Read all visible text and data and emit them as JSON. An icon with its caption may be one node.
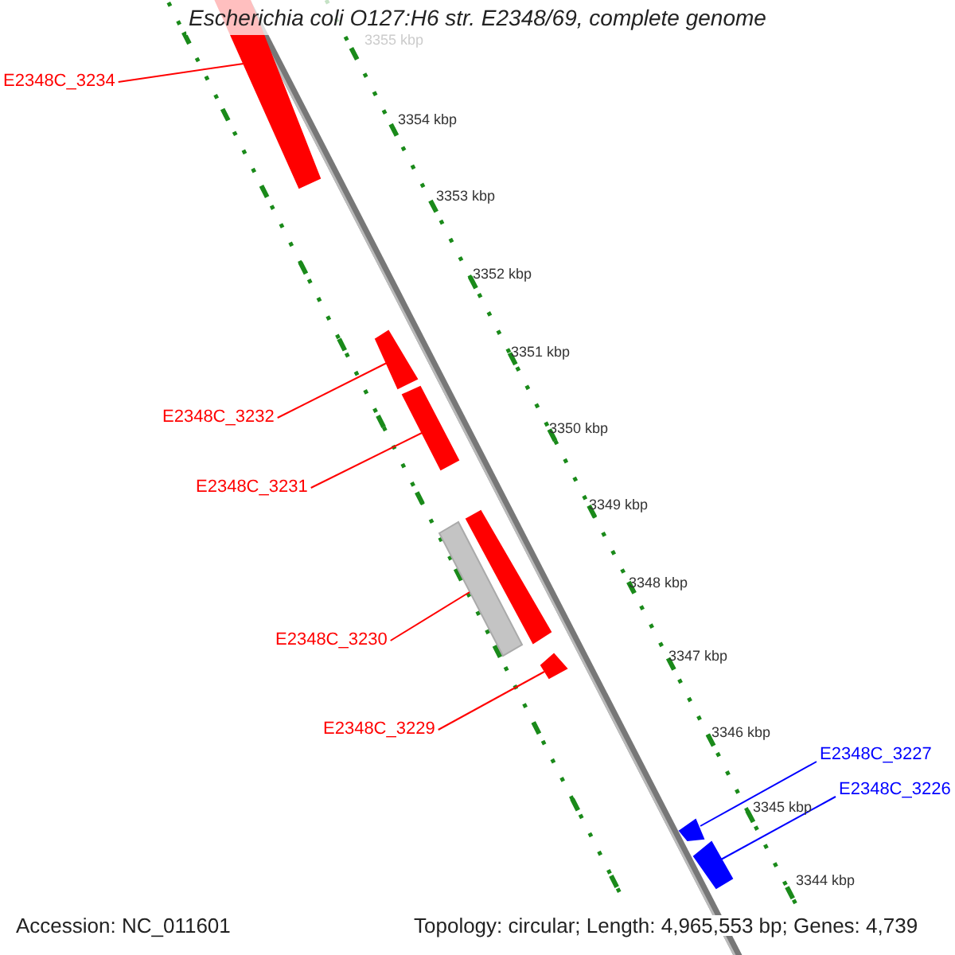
{
  "diagram": {
    "title": "Escherichia coli O127:H6 str. E2348/69, complete genome",
    "nodes": [
      {
        "text": [
          "E2348C_3234"
        ]
      },
      {
        "text": [],
        "shape": "bar"
      },
      {
        "text": [
          "E2348C_3232"
        ]
      },
      {
        "text": [],
        "shape": "bar"
      },
      {
        "text": [
          "E2348C_3231"
        ]
      },
      {
        "text": [],
        "shape": "bar"
      },
      {
        "text": [
          "E2348C_3230"
        ]
      },
      {
        "text": [],
        "shape": "bar"
      },
      {
        "text": [
          "E2348C_3229"
        ]
      },
      {
        "text": [],
        "shape": "bar"
      },
      {
        "text": [
          "E2348C_3227"
        ]
      },
      {
        "text": [],
        "shape": "bar"
      },
      {
        "text": [
          "E2348C_3226"
        ]
      },
      {
        "text": [],
        "shape": "bar"
      },
      {
        "text": [],
        "shape": "bar"
      }
    ],
    "edges": [
      {
        "from": 0,
        "to": 1,
        "arrow": "none"
      },
      {
        "from": 2,
        "to": 3,
        "arrow": "none"
      },
      {
        "from": 4,
        "to": 5,
        "arrow": "none"
      },
      {
        "from": 6,
        "to": 7,
        "arrow": "none"
      },
      {
        "from": 8,
        "to": 9,
        "arrow": "none"
      },
      {
        "from": 10,
        "to": 11,
        "arrow": "none",
        "color": "#0000ff"
      },
      {
        "from": 12,
        "to": 13,
        "arrow": "none",
        "color": "#0000ff"
      }
    ],
    "labels": [
      "3355 kbp",
      "3354 kbp",
      "3353 kbp",
      "3352 kbp",
      "3351 kbp",
      "3350 kbp",
      "3349 kbp",
      "3348 kbp",
      "3347 kbp",
      "3346 kbp",
      "3345 kbp",
      "3344 kbp",
      "Accession: NC_011601",
      "Topology: circular; Length: 4,965,553 bp; Genes: 4,739"
    ]
  }
}
